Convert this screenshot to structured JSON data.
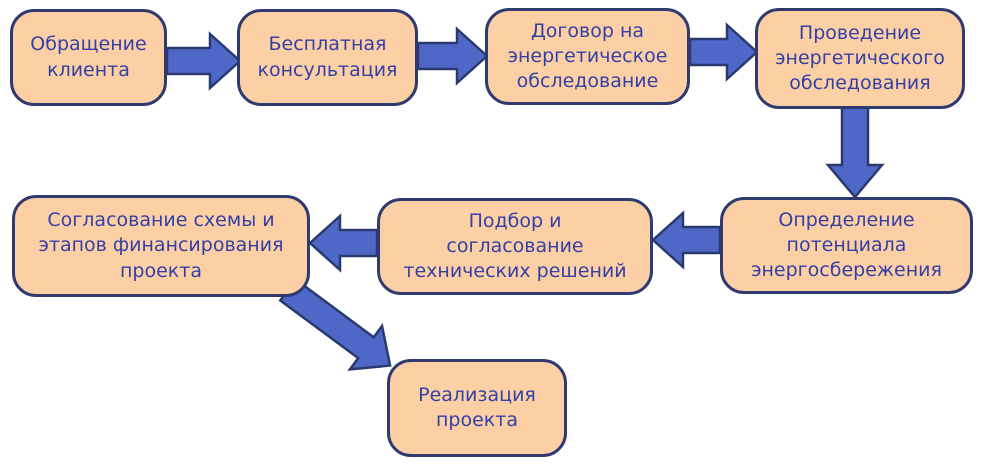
{
  "diagram": {
    "description": "Client engagement workflow flowchart",
    "nodes": [
      {
        "id": "client-request",
        "label": "Обращение\nклиента"
      },
      {
        "id": "free-consultation",
        "label": "Бесплатная\nконсультация"
      },
      {
        "id": "energy-audit-contract",
        "label": "Договор на\nэнергетическое\nобследование"
      },
      {
        "id": "energy-audit-execution",
        "label": "Проведение\nэнергетического\nобследования"
      },
      {
        "id": "savings-potential",
        "label": "Определение\nпотенциала\nэнергосбережения"
      },
      {
        "id": "technical-solutions",
        "label": "Подбор и\nсогласование\nтехнических решений"
      },
      {
        "id": "financing-scheme",
        "label": "Согласование схемы и\nэтапов финансирования\nпроекта"
      },
      {
        "id": "project-implementation",
        "label": "Реализация\nпроекта"
      }
    ],
    "edges": [
      {
        "from": "client-request",
        "to": "free-consultation",
        "direction": "right"
      },
      {
        "from": "free-consultation",
        "to": "energy-audit-contract",
        "direction": "right"
      },
      {
        "from": "energy-audit-contract",
        "to": "energy-audit-execution",
        "direction": "right"
      },
      {
        "from": "energy-audit-execution",
        "to": "savings-potential",
        "direction": "down"
      },
      {
        "from": "savings-potential",
        "to": "technical-solutions",
        "direction": "left"
      },
      {
        "from": "technical-solutions",
        "to": "financing-scheme",
        "direction": "left"
      },
      {
        "from": "financing-scheme",
        "to": "project-implementation",
        "direction": "diagonal-down-right"
      }
    ]
  },
  "colors": {
    "box_fill": "#FCCFA4",
    "box_border": "#2F3B70",
    "arrow_fill": "#4F68C8",
    "arrow_border": "#283A6E",
    "text_color": "#3341A7",
    "background": "#FFFFFF"
  }
}
